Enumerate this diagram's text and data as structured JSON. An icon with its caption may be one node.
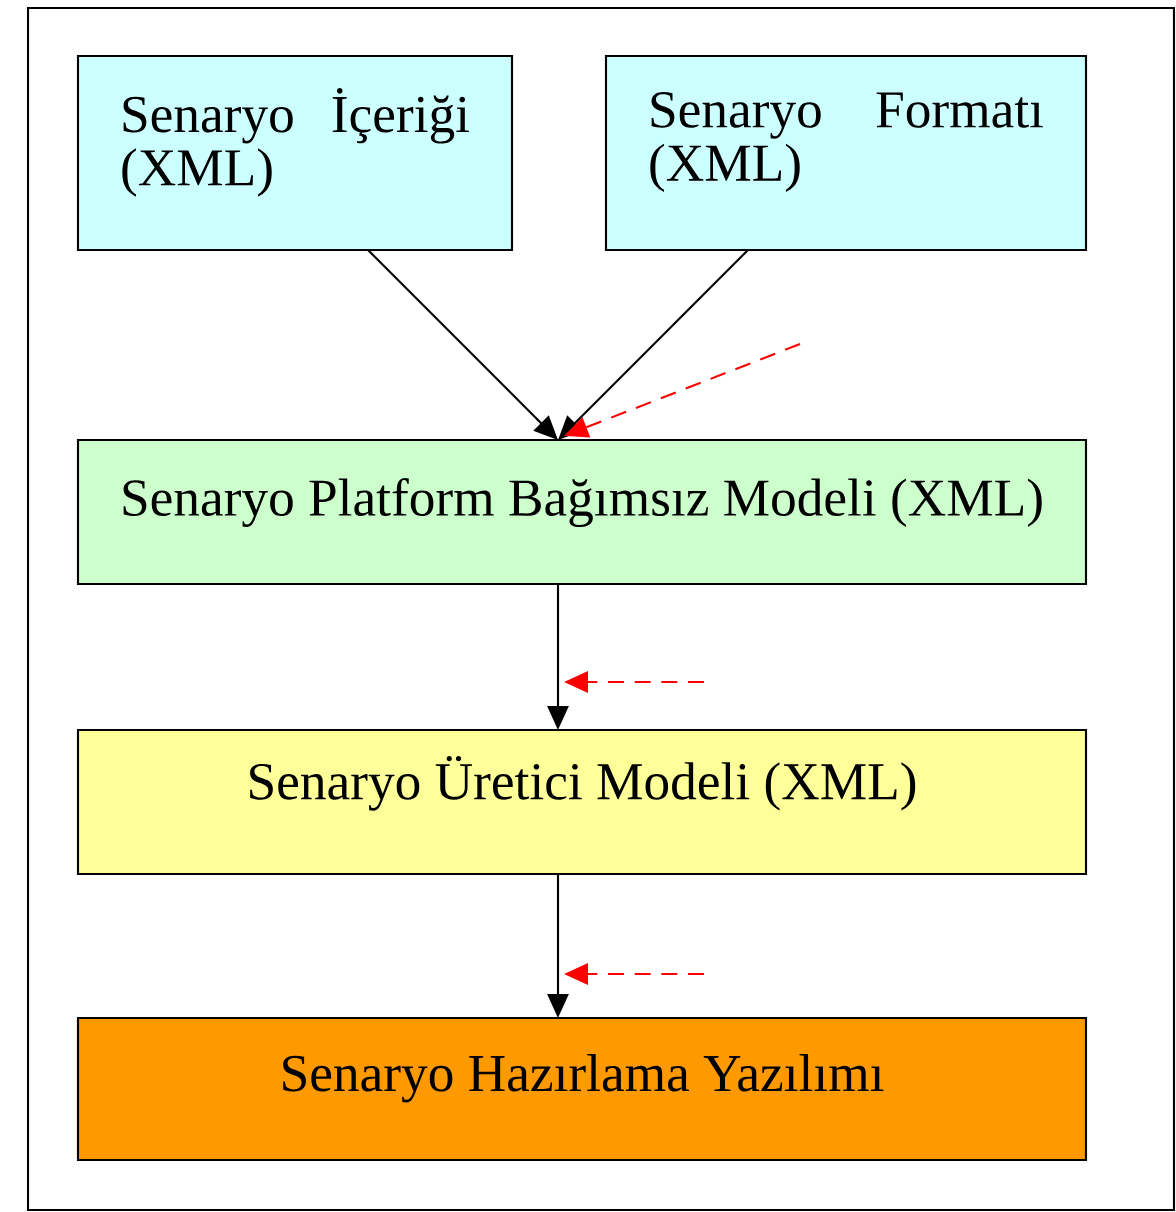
{
  "diagram": {
    "nodes": [
      {
        "text": [
          "Senaryo İçeriği (XML)"
        ]
      },
      {
        "text": [
          "Senaryo Formatı (XML)"
        ]
      },
      {
        "text": [
          "Senaryo Platform Bağımsız Modeli (XML)"
        ]
      },
      {
        "text": [
          "Senaryo Üretici Modeli (XML)"
        ]
      },
      {
        "text": [
          "Senaryo Hazırlama Yazılımı"
        ]
      }
    ],
    "edges": [
      {
        "from": 0,
        "to": 2,
        "arrow": "to"
      },
      {
        "from": 1,
        "to": 2,
        "arrow": "to"
      },
      {
        "from": null,
        "to": 2,
        "arrow": "to",
        "style": "dashed",
        "color": "#ff0000"
      },
      {
        "from": 2,
        "to": 3,
        "arrow": "to"
      },
      {
        "from": 3,
        "to": 4,
        "arrow": "to"
      }
    ]
  }
}
